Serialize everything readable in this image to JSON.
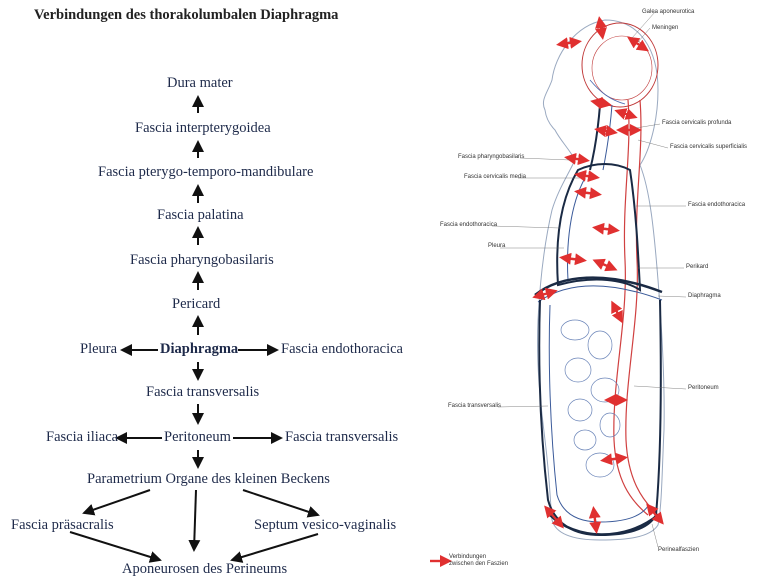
{
  "left": {
    "title": "Verbindungen des thorakolumbalen Diaphragma",
    "nodes": {
      "dura_mater": "Dura mater",
      "fascia_interpterygoidea": "Fascia interpterygoidea",
      "fascia_pterygo": "Fascia pterygo-temporo-mandibulare",
      "fascia_palatina": "Fascia palatina",
      "fascia_pharyngobasilaris": "Fascia pharyngobasilaris",
      "pericard": "Pericard",
      "pleura": "Pleura",
      "diaphragma": "Diaphragma",
      "fascia_endothoracica": "Fascia endothoracica",
      "fascia_transversalis_center": "Fascia transversalis",
      "fascia_iliaca": "Fascia iliaca",
      "peritoneum": "Peritoneum",
      "fascia_transversalis_right": "Fascia transversalis",
      "parametrium": "Parametrium Organe des kleinen Beckens",
      "fascia_praesacralis": "Fascia präsacralis",
      "septum": "Septum vesico-vaginalis",
      "aponeurosen": "Aponeurosen des Perineums"
    }
  },
  "right": {
    "labels": {
      "galea": "Galea aponeurotica",
      "meninges": "Meningen",
      "fascia_cervicalis_profunda": "Fascia cervicalis profunda",
      "fascia_cervicalis_superficialis": "Fascia cervicalis superficialis",
      "fascia_pharyngobasilaris": "Fascia pharyngobasilaris",
      "fascia_cervicalis_media": "Fascia cervicalis media",
      "fascia_endothoracica_left": "Fascia endothoracica",
      "pleura": "Pleura",
      "fascia_endothoracica_right": "Fascia endothoracica",
      "perikard": "Perikard",
      "diaphragma": "Diaphragma",
      "peritoneum": "Peritoneum",
      "fascia_transversalis": "Fascia transversalis",
      "perinealfaszien": "Perinealfaszien"
    },
    "legend": {
      "line1": "Verbindungen",
      "line2": "zwischen den Faszien"
    },
    "colors": {
      "arrow": "#e03030",
      "outline": "#1a2a44",
      "fascia_blue": "#3a5a9a",
      "fascia_red": "#d04040"
    }
  }
}
